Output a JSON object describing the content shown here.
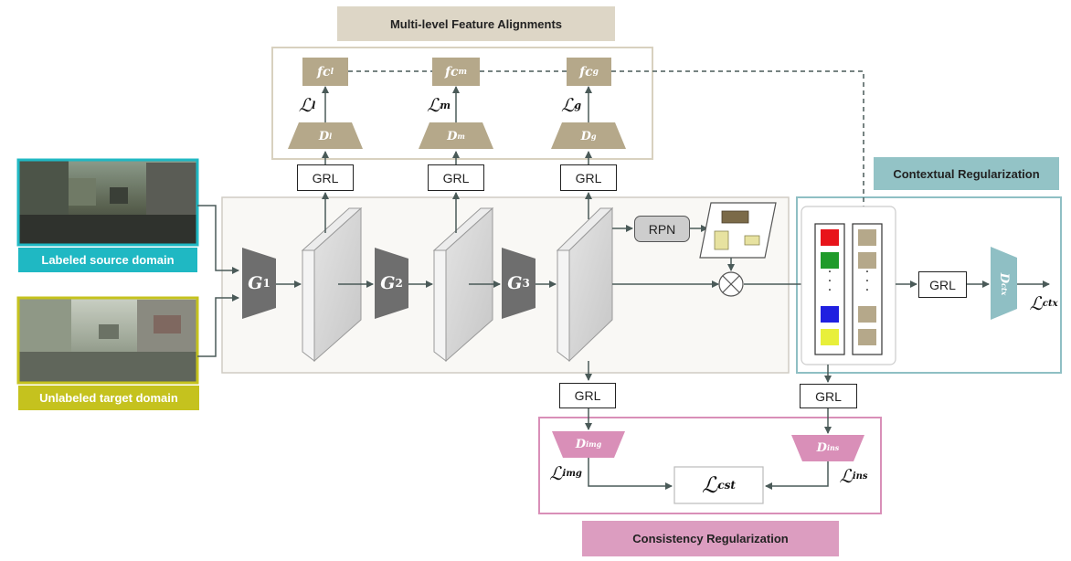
{
  "alignment": {
    "title": "Multi-level Feature Alignments",
    "branches": [
      {
        "fc_main": "fc",
        "fc_sub": "l",
        "loss_sub": "l",
        "disc_sub": "l"
      },
      {
        "fc_main": "fc",
        "fc_sub": "m",
        "loss_sub": "m",
        "disc_sub": "m"
      },
      {
        "fc_main": "fc",
        "fc_sub": "g",
        "loss_sub": "g",
        "disc_sub": "g"
      }
    ],
    "disc_letter": "D",
    "loss_letter": "ℒ"
  },
  "grl_label": "GRL",
  "inputs": {
    "source_label": "Labeled source domain",
    "target_label": "Unlabeled target domain"
  },
  "generators": [
    {
      "letter": "G",
      "sub": "1"
    },
    {
      "letter": "G",
      "sub": "2"
    },
    {
      "letter": "G",
      "sub": "3"
    }
  ],
  "rpn_label": "RPN",
  "context": {
    "title": "Contextual Regularization",
    "disc_letter": "D",
    "disc_sub": "ctx",
    "loss_sub": "ctx",
    "vector_colors": [
      "#e8141a",
      "#1f9b2a",
      "#2020e0",
      "#e8ef3a"
    ],
    "feature_color": "#b5a88a"
  },
  "consistency": {
    "title": "Consistency Regularization",
    "img_disc_sub": "img",
    "ins_disc_sub": "ins",
    "img_loss_sub": "img",
    "ins_loss_sub": "ins",
    "cst_sub": "cst"
  },
  "colors": {
    "alignment_title_bg": "#ddd6c6",
    "feature_tan": "#b5a88a",
    "generator_gray": "#6e6e6e",
    "context_teal": "#8fbfc4",
    "context_title_bg": "#93c3c6",
    "consistency_pink": "#d98fb8",
    "consistency_title_bg": "#dc9dc0",
    "source_bar": "#1fb8c3",
    "target_bar": "#c5c21e",
    "arrow": "#4a5a58"
  }
}
